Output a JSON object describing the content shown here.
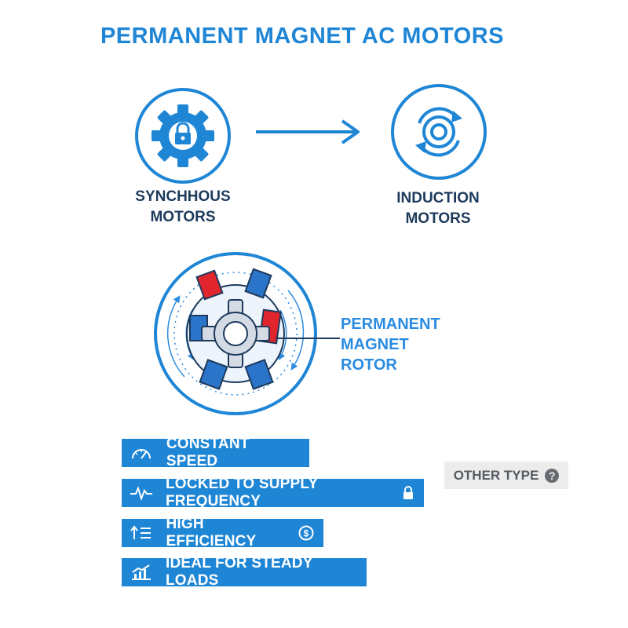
{
  "title": "PERMANENT MAGNET AC MOTORS",
  "motors": [
    {
      "line1": "SYNCHHOUS",
      "line2": "MOTORS",
      "icon": "gear-lock-icon"
    },
    {
      "line1": "INDUCTION",
      "line2": "MOTORS",
      "icon": "rotation-icon"
    }
  ],
  "rotor": {
    "line1": "PERMANENT",
    "line2": "MAGNET",
    "line3": "ROTOR"
  },
  "features": [
    {
      "label": "CONSTANT SPEED",
      "icon": "speedometer-icon"
    },
    {
      "label": "LOCKED TO SUPPLY FREQUENCY",
      "icon": "waveform-icon",
      "trailing_icon": "lock-icon"
    },
    {
      "label": "HIGH EFFICIENCY",
      "icon": "efficiency-list-icon",
      "trailing_icon": "dollar-icon"
    },
    {
      "label": "IDEAL FOR STEADY LOADS",
      "icon": "chart-icon"
    }
  ],
  "other": {
    "label": "OTHER TYPE",
    "q": "?"
  },
  "colors": {
    "primary": "#1f86d6",
    "dark": "#1d3a5c",
    "magnet_red": "#e0252e",
    "magnet_blue": "#2a74c9"
  }
}
